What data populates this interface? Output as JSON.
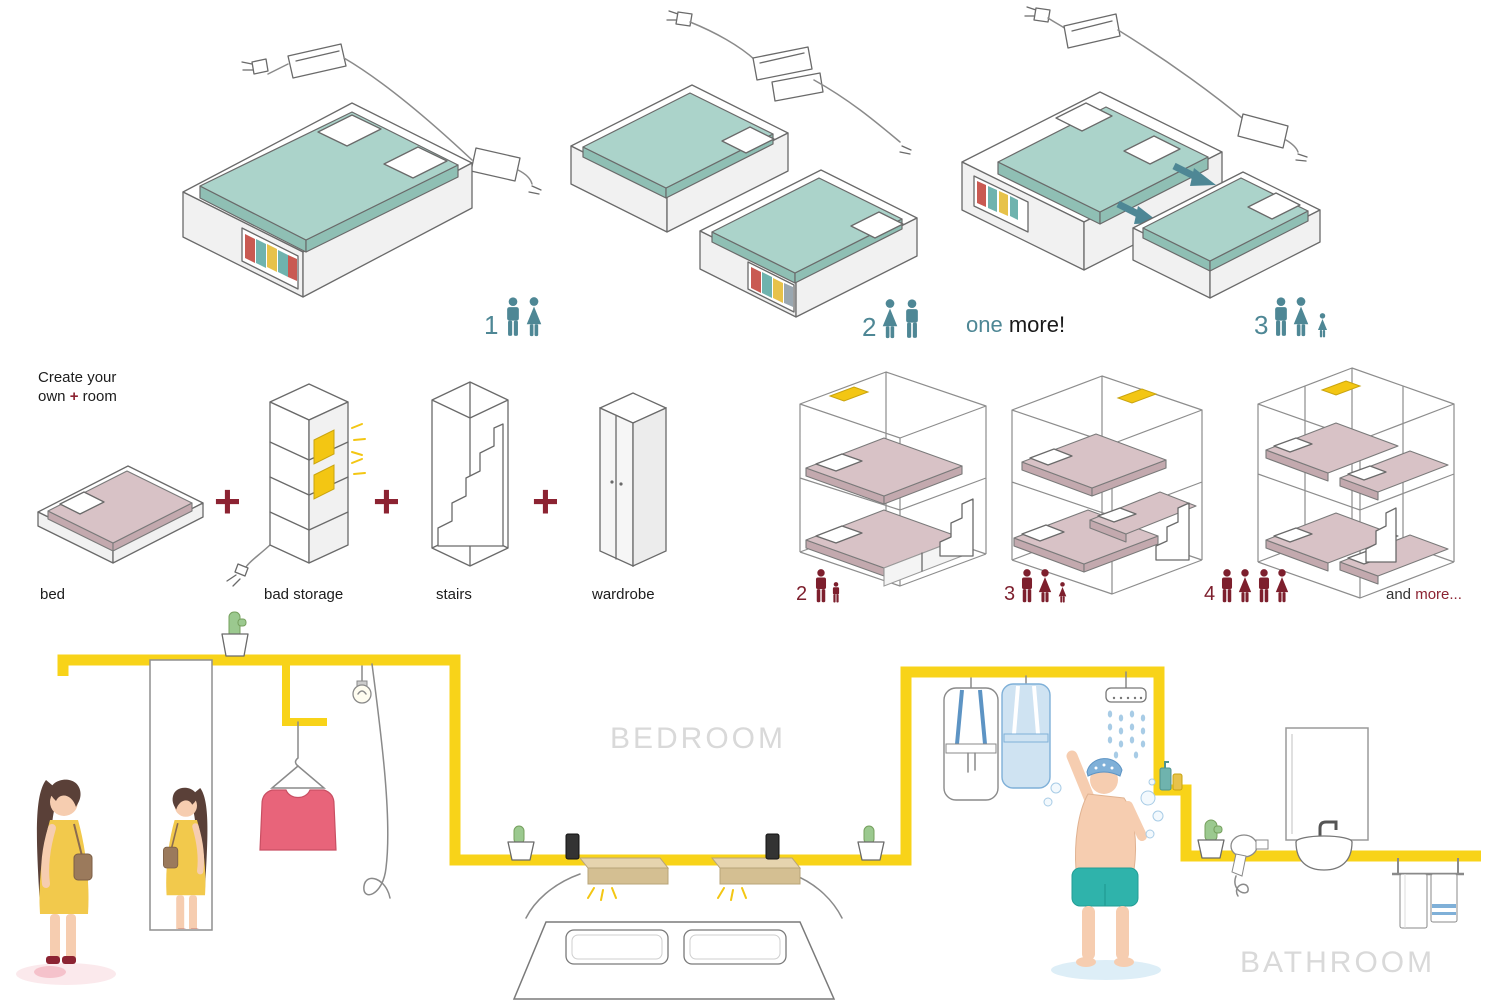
{
  "colors": {
    "mattress_teal": "#abd3ca",
    "mattress_pink": "#d8c2c6",
    "pipe_yellow": "#f8d319",
    "accent_red": "#8c2332",
    "people_teal": "#4e8795",
    "people_red": "#7d1f2d",
    "room_label_gray": "#d9d9d9"
  },
  "top_row": {
    "configs": [
      {
        "number": "1",
        "icons": [
          "man-icon",
          "woman-icon"
        ]
      },
      {
        "number": "2",
        "icons": [
          "woman-icon",
          "man-icon"
        ]
      },
      {
        "number": "3",
        "icons": [
          "man-icon",
          "woman-icon",
          "child-icon"
        ]
      }
    ],
    "callout": {
      "highlight": "one",
      "rest": "more!"
    }
  },
  "middle_row": {
    "intro": {
      "line1": "Create your",
      "line2_pre": "own",
      "plus": "+",
      "line2_post": "room"
    },
    "plus": "+",
    "components": [
      {
        "label": "bed"
      },
      {
        "label": "bad storage"
      },
      {
        "label": "stairs"
      },
      {
        "label": "wardrobe"
      }
    ],
    "configs": [
      {
        "number": "2",
        "icons": [
          "man-icon",
          "child-icon"
        ]
      },
      {
        "number": "3",
        "icons": [
          "man-icon",
          "woman-icon",
          "child-icon"
        ]
      },
      {
        "number": "4",
        "icons": [
          "man-icon",
          "woman-icon",
          "man-icon",
          "woman-icon"
        ]
      }
    ],
    "more": {
      "pre": "and",
      "highlight": "more..."
    }
  },
  "rooms": {
    "bedroom": "BEDROOM",
    "bathroom": "BATHROOM"
  }
}
